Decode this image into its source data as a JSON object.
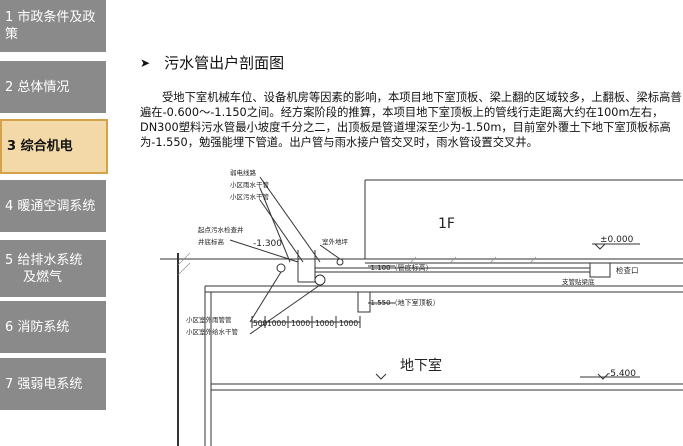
{
  "sidebar": {
    "items": [
      {
        "label": "1 市政条件及政策"
      },
      {
        "label": "2 总体情况"
      },
      {
        "label": "3 综合机电"
      },
      {
        "label": "4 暖通空调系统"
      },
      {
        "label_line1": "5 给排水系统",
        "label_line2": "及燃气"
      },
      {
        "label": "6 消防系统"
      },
      {
        "label": "7 强弱电系统"
      }
    ],
    "active_index": 2
  },
  "main": {
    "title": "污水管出户剖面图",
    "paragraph": "受地下室机械车位、设备机房等因素的影响，本项目地下室顶板、梁上翻的区域较多，上翻板、梁标高普遍在-0.600～-1.150之间。经方案阶段的推算，本项目地下室顶板上的管线行走距离大约在100m左右，DN300塑料污水管最小坡度千分之二，出顶板是管道埋深至少为-1.50m，目前室外覆土下地下室顶板标高为-1.550，勉强能埋下管道。出户管与雨水接户管交叉时，雨水管设置交叉井。"
  },
  "diagram": {
    "room_1f": "1F",
    "room_basement": "地下室",
    "elev_0": "±0.000",
    "elev_1100": "-1.100（管底标高）",
    "elev_1550": "-1.550（地下室顶板）",
    "elev_5400": "-5.400",
    "elev_well": "-1.300",
    "dims": [
      "500",
      "1000",
      "1000",
      "1000",
      "1000"
    ],
    "callouts": {
      "weak_line": "弱电线路",
      "rain_main": "小区雨水干管",
      "sewage_main": "小区污水干管",
      "well_top": "起点污水检查井",
      "well_bottom": "井底标高",
      "exterior_floor": "室外地坪",
      "rain_branch": "小区室外雨管管",
      "water_main": "小区室外给水干管",
      "check_port": "检查口",
      "beam_bottom": "支管贴梁底"
    }
  }
}
